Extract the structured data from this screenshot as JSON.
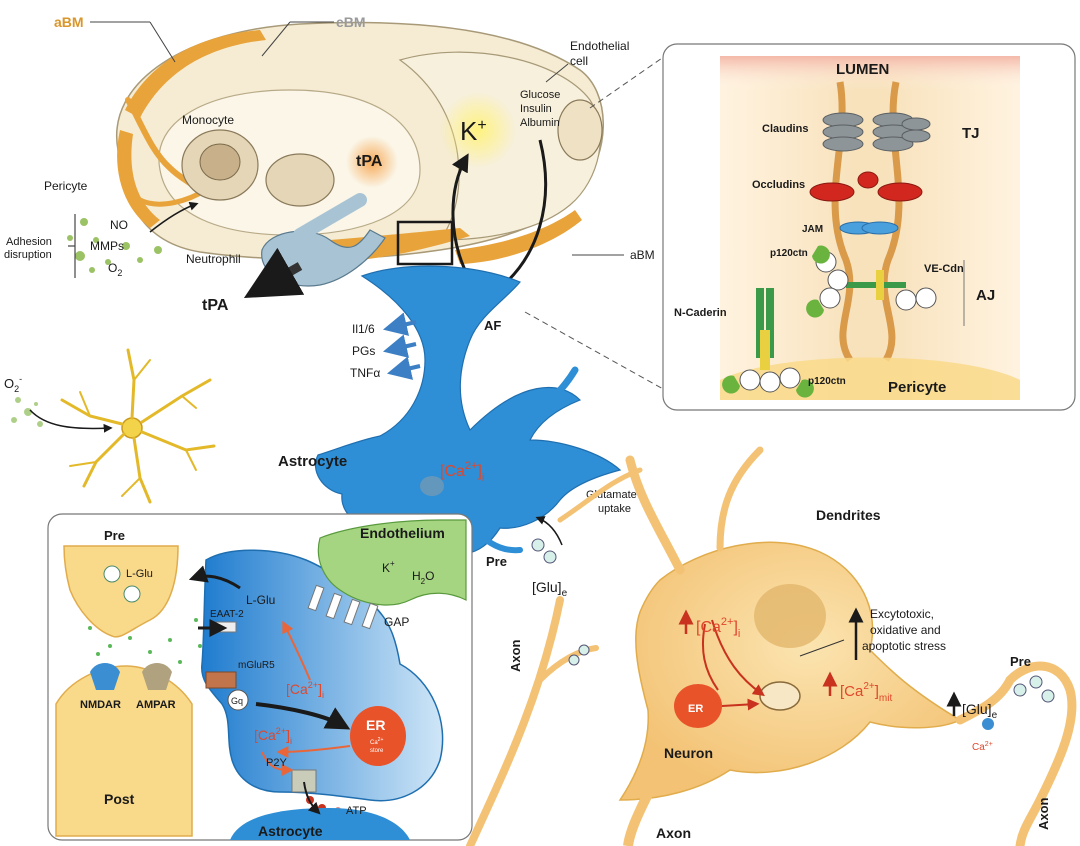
{
  "colors": {
    "bm_orange": "#e8a33a",
    "astrocyte_blue": "#2e8fd6",
    "neuron_yellow": "#f7d28a",
    "neuron_stroke": "#e0ac4c",
    "calcium_red": "#e0472b",
    "endothelial_cream": "#f5ecd3",
    "junction_green": "#6ab33e"
  },
  "top_left": {
    "abm": "aBM",
    "ebm": "eBM",
    "endothelial": "Endothelial",
    "cell": "cell",
    "monocyte": "Monocyte",
    "tpa_upper": "tPA",
    "k": "K",
    "k_sup": "+",
    "glucose": "Glucose",
    "insulin": "Insulin",
    "albumin": "Albumin",
    "pericyte": "Pericyte",
    "no": "NO",
    "mmps": "MMPs",
    "o2": "O",
    "o2_sub": "2",
    "adhesion": "Adhesion",
    "disruption": "disruption",
    "neutrophil": "Neutrophil",
    "tpa_lower": "tPA",
    "abm_right": "aBM",
    "af": "AF"
  },
  "cytokines": [
    "Il1/6",
    "PGs",
    "TNFα"
  ],
  "microglia": {
    "o2": "O",
    "o2_sub": "2",
    "o2_sup": "-"
  },
  "astrocyte": {
    "label": "Astrocyte",
    "ca": "[Ca",
    "ca_sup": "2+",
    "ca_close": "]",
    "ca_sub": "i",
    "glutamate": "Glutamate",
    "uptake": "uptake",
    "pre": "Pre",
    "glu": "[Glu]",
    "glu_sub": "e",
    "axon": "Axon"
  },
  "junction": {
    "lumen": "LUMEN",
    "claudins": "Claudins",
    "tj": "TJ",
    "occludins": "Occludins",
    "jam": "JAM",
    "p120_top": "p120ctn",
    "vecdn": "VE-Cdn",
    "aj": "AJ",
    "ncaderin": "N-Caderin",
    "p120_bottom": "p120ctn",
    "pericyte": "Pericyte"
  },
  "synapse": {
    "pre": "Pre",
    "lglu_pre": "L-Glu",
    "endothelium": "Endothelium",
    "k": "K",
    "k_sup": "+",
    "h2o": "H",
    "h2o_sub": "2",
    "h2o_end": "O",
    "lglu": "L-Glu",
    "eaat": "EAAT-2",
    "gap": "GAP",
    "mglur5": "mGluR5",
    "gq": "Gq",
    "ca1": "[Ca",
    "ca_sup": "2+",
    "ca_close": "]",
    "ca_sub": "i",
    "er": "ER",
    "er_small1": "Ca",
    "er_small_sup": "2+",
    "er_small2": "store",
    "nmdar": "NMDAR",
    "ampar": "AMPAR",
    "p2y": "P2Y",
    "atp": "ATP",
    "post": "Post",
    "astrocyte": "Astrocyte"
  },
  "neuron": {
    "dendrites": "Dendrites",
    "ca": "[Ca",
    "ca_sup": "2+",
    "ca_close": "]",
    "ca_sub": "i",
    "stress1": "Excytotoxic,",
    "stress2": "oxidative and",
    "stress3": "apoptotic stress",
    "er": "ER",
    "ca_mit": "[Ca",
    "ca_mit_sup": "2+",
    "ca_mit_close": "]",
    "ca_mit_sub": "mit",
    "glu": "[Glu]",
    "glu_sub": "e",
    "pre": "Pre",
    "ca_small": "Ca",
    "ca_small_sup": "2+",
    "label": "Neuron",
    "axon_bottom": "Axon",
    "axon_right": "Axon"
  }
}
